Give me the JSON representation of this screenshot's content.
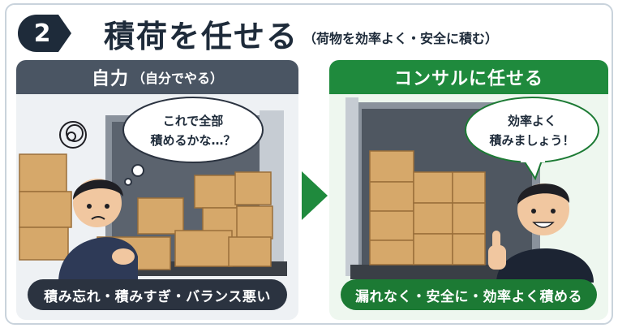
{
  "step": {
    "number": "2",
    "title": "積荷を任せる",
    "subtitle": "（荷物を効率よく・安全に積む）"
  },
  "left_panel": {
    "heading": "自力",
    "heading_paren": "（自分でやる）",
    "speech_line1": "これで全部",
    "speech_line2": "積めるかな…？",
    "footer": "積み忘れ・積みすぎ・バランス悪い"
  },
  "right_panel": {
    "heading": "コンサルに任せる",
    "speech_line1": "効率よく",
    "speech_line2": "積みましょう！",
    "footer": "漏れなく・安全に・効率よく積める"
  },
  "colors": {
    "navy": "#1e2b3a",
    "gray_header": "#4a5563",
    "green_header": "#1f8a3d",
    "box": "#d6a86a"
  }
}
